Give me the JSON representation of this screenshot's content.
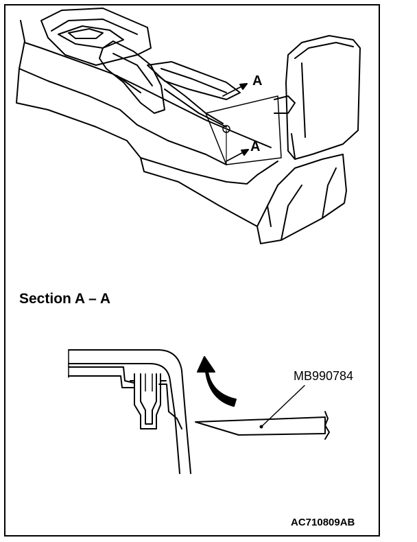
{
  "section_title": "Section A – A",
  "callouts": {
    "top": "A",
    "bottom": "A"
  },
  "tool_label": "MB990784",
  "figure_id": "AC710809AB"
}
